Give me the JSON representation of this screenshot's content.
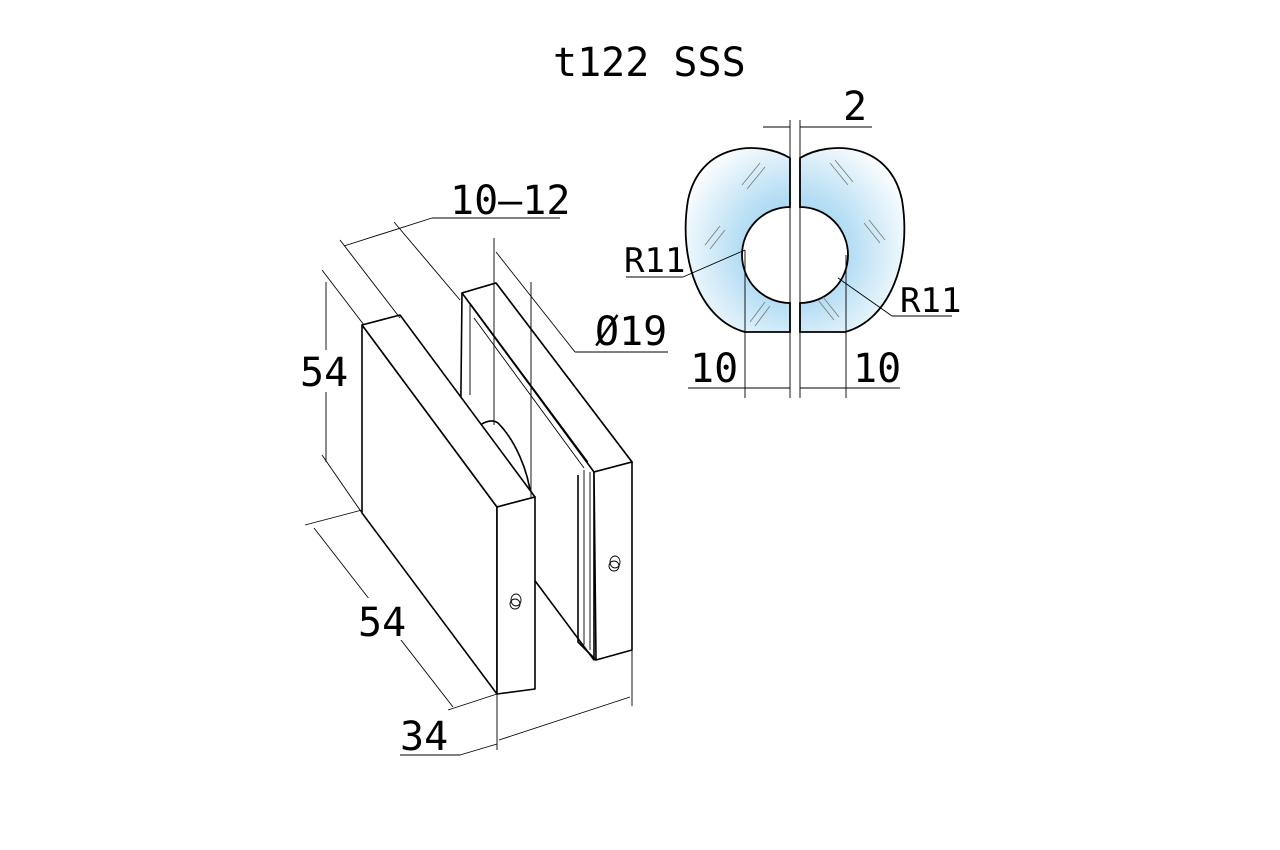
{
  "title": "t122 SSS",
  "iso_view": {
    "dim_gap": "10–12",
    "dim_diameter": "Ø19",
    "dim_height": "54",
    "dim_length": "54",
    "dim_width": "34"
  },
  "section_view": {
    "dim_slit": "2",
    "radius_left": "R11",
    "radius_right": "R11",
    "dim_left": "10",
    "dim_right": "10"
  },
  "colors": {
    "glass": "#a8d6f0",
    "line": "#000000"
  }
}
